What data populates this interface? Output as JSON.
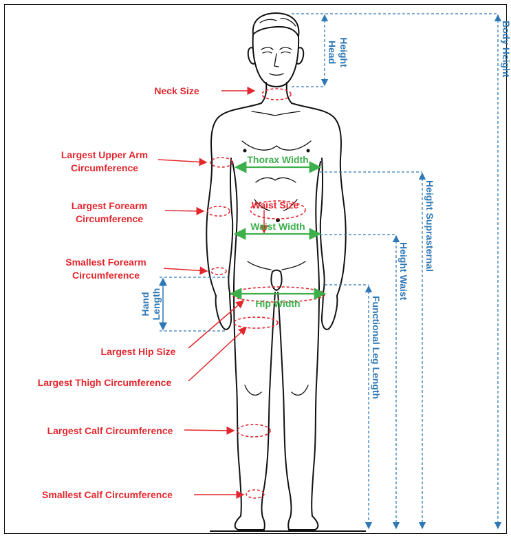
{
  "labels": {
    "neck_size": "Neck Size",
    "upper_arm_1": "Largest Upper Arm",
    "upper_arm_2": "Circumference",
    "forearm_1": "Largest Forearm",
    "forearm_2": "Circumference",
    "small_forearm_1": "Smallest Forearm",
    "small_forearm_2": "Circumference",
    "hip_size": "Largest Hip Size",
    "thigh": "Largest Thigh Circumference",
    "calf": "Largest Calf Circumference",
    "small_calf": "Smallest Calf Circumference",
    "thorax_width": "Thorax Width",
    "waist_size": "Waist Size",
    "waist_width": "Waist Width",
    "hip_width": "Hip Width",
    "head_height_1": "Head",
    "head_height_2": "Height",
    "hand_length_1": "Hand",
    "hand_length_2": "Length",
    "body_height": "Body Height",
    "height_suprasternal": "Height Suprasternal",
    "height_waist": "Height Waist",
    "functional_leg_length": "Functional Leg Length"
  },
  "colors": {
    "circumference": "#e3262d",
    "width": "#3db04c",
    "length": "#2f78b6"
  },
  "icons": [
    "human-body-outline"
  ]
}
